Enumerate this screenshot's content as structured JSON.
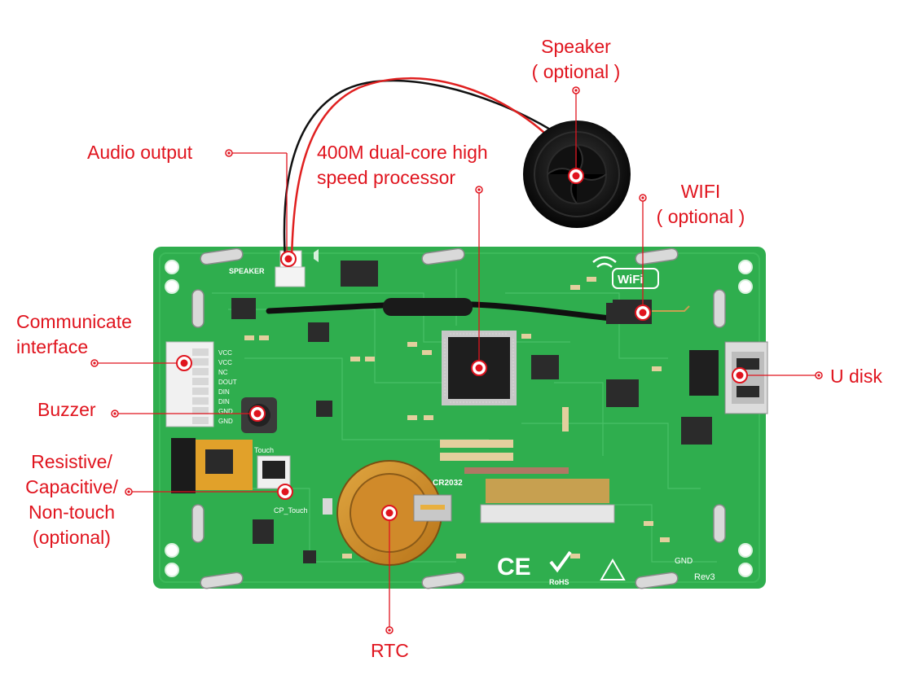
{
  "labels": {
    "speaker": [
      "Speaker",
      "( optional )"
    ],
    "audio_output": "Audio output",
    "processor": [
      "400M dual-core high",
      "speed processor"
    ],
    "wifi": [
      "WIFI",
      "( optional )"
    ],
    "communicate_interface": [
      "Communicate",
      "interface"
    ],
    "u_disk": "U disk",
    "buzzer": "Buzzer",
    "touch": [
      "Resistive/",
      "Capacitive/",
      "Non-touch",
      "(optional)"
    ],
    "rtc": "RTC"
  },
  "board_text": {
    "speaker_silk": "SPEAKER",
    "wifi_logo": "WiFi",
    "battery": "CR2032",
    "cp_touch": "CP_Touch",
    "touch": "Touch",
    "revision": "Rev3",
    "gnd": "GND",
    "rohs": "RoHS",
    "ce": "CE",
    "connector_pins": [
      "VCC",
      "VCC",
      "NC",
      "DOUT",
      "DIN",
      "DIN",
      "GND",
      "GND"
    ]
  },
  "colors": {
    "callout": "#e0141e",
    "pcb": "#2fae4e",
    "pcb_dark": "#1f8a3a"
  }
}
